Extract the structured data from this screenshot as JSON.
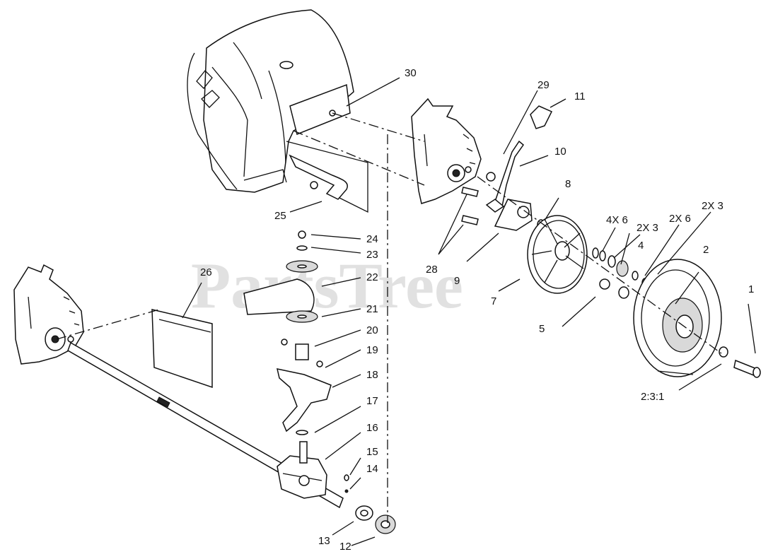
{
  "watermark": "PartsTree",
  "callouts": {
    "c1": "1",
    "c2": "2",
    "c2x3a": "2X 3",
    "c2x6": "2X 6",
    "c2x3b": "2X 3",
    "c4x6": "4X 6",
    "c4": "4",
    "c5": "5",
    "c7": "7",
    "c8": "8",
    "c9": "9",
    "c10": "10",
    "c11": "11",
    "c29": "29",
    "c30": "30",
    "c28": "28",
    "c25": "25",
    "c24": "24",
    "c23": "23",
    "c22": "22",
    "c21": "21",
    "c20": "20",
    "c19": "19",
    "c18": "18",
    "c17": "17",
    "c16": "16",
    "c15": "15",
    "c14": "14",
    "c13": "13",
    "c12": "12",
    "c26": "26",
    "c231": "2:3:1"
  }
}
